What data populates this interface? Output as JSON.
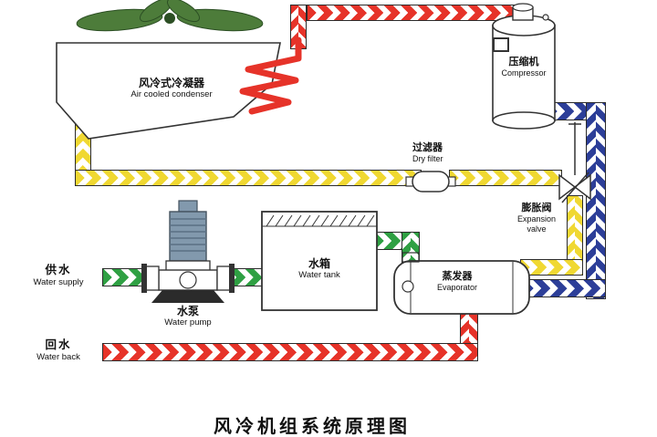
{
  "title": "风冷机组系统原理图",
  "colors": {
    "hot_gas_red": "#e63329",
    "liquid_yellow": "#f0d832",
    "water_green": "#2fa043",
    "suction_blue": "#2c3e98",
    "fan_green": "#4d7c3a"
  },
  "components": {
    "condenser": {
      "cn": "风冷式冷凝器",
      "en": "Air cooled condenser"
    },
    "compressor": {
      "cn": "压缩机",
      "en": "Compressor"
    },
    "dry_filter": {
      "cn": "过滤器",
      "en": "Dry filter"
    },
    "expansion_valve": {
      "cn": "膨胀阀",
      "en": "Expansion valve"
    },
    "water_tank": {
      "cn": "水箱",
      "en": "Water tank"
    },
    "evaporator": {
      "cn": "蒸发器",
      "en": "Evaporator"
    },
    "water_pump": {
      "cn": "水泵",
      "en": "Water pump"
    },
    "water_supply": {
      "cn": "供水",
      "en": "Water supply"
    },
    "water_back": {
      "cn": "回水",
      "en": "Water back"
    }
  }
}
